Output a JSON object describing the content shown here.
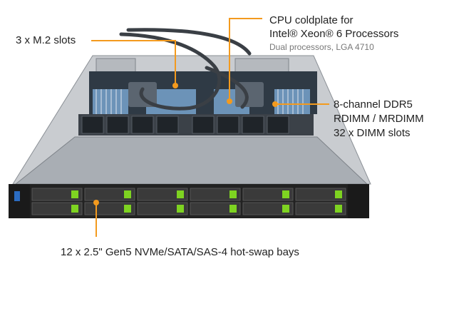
{
  "callouts": {
    "m2_slots": "3 x M.2 slots",
    "cpu_line1": "CPU coldplate for",
    "cpu_line2": "Intel® Xeon® 6 Processors",
    "cpu_line3": "Dual processors, LGA 4710",
    "ddr_line1": "8-channel DDR5",
    "ddr_line2": "RDIMM / MRDIMM",
    "ddr_line3": "32 x DIMM slots",
    "bays": "12 x 2.5\" Gen5 NVMe/SATA/SAS-4 hot-swap bays"
  },
  "colors": {
    "accent_orange": "#f39a1e",
    "bay_latch_green": "#7ed321",
    "chassis_gray": "#9aa0a6",
    "front_black": "#222222"
  }
}
